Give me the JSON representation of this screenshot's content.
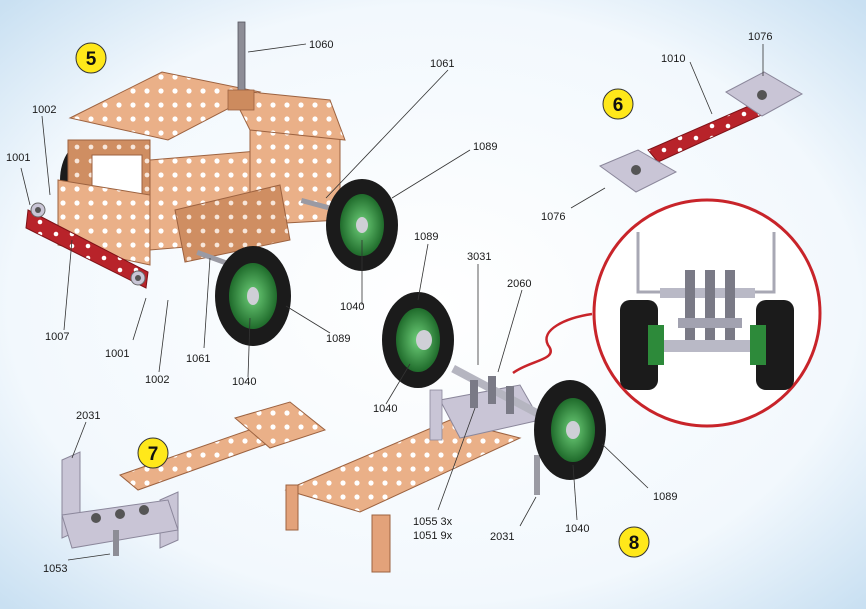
{
  "steps": {
    "s5": "5",
    "s6": "6",
    "s7": "7",
    "s8": "8"
  },
  "labels": {
    "l1060": "1060",
    "l1061a": "1061",
    "l1002a": "1002",
    "l1001a": "1001",
    "l1089a": "1089",
    "l1007": "1007",
    "l1001b": "1001",
    "l1002b": "1002",
    "l1061b": "1061",
    "l1040a": "1040",
    "l1089b": "1089",
    "l1040b": "1040",
    "l1010": "1010",
    "l1076a": "1076",
    "l1076b": "1076",
    "l1089c": "1089",
    "l3031": "3031",
    "l2060": "2060",
    "l1040c": "1040",
    "l2031a": "2031",
    "l1053": "1053",
    "l1055": "1055 3x",
    "l1051": "1051 9x",
    "l2031b": "2031",
    "l1040d": "1040",
    "l1089d": "1089"
  },
  "colors": {
    "copper": "#e8a97c",
    "copper_dark": "#b9764a",
    "red_strip": "#b8232a",
    "grey_part": "#c9c5d6",
    "tyre": "#1b1b1b",
    "hub": "#2d8a3a",
    "callout_ring": "#c8242a",
    "badge": "#ffe81a"
  }
}
